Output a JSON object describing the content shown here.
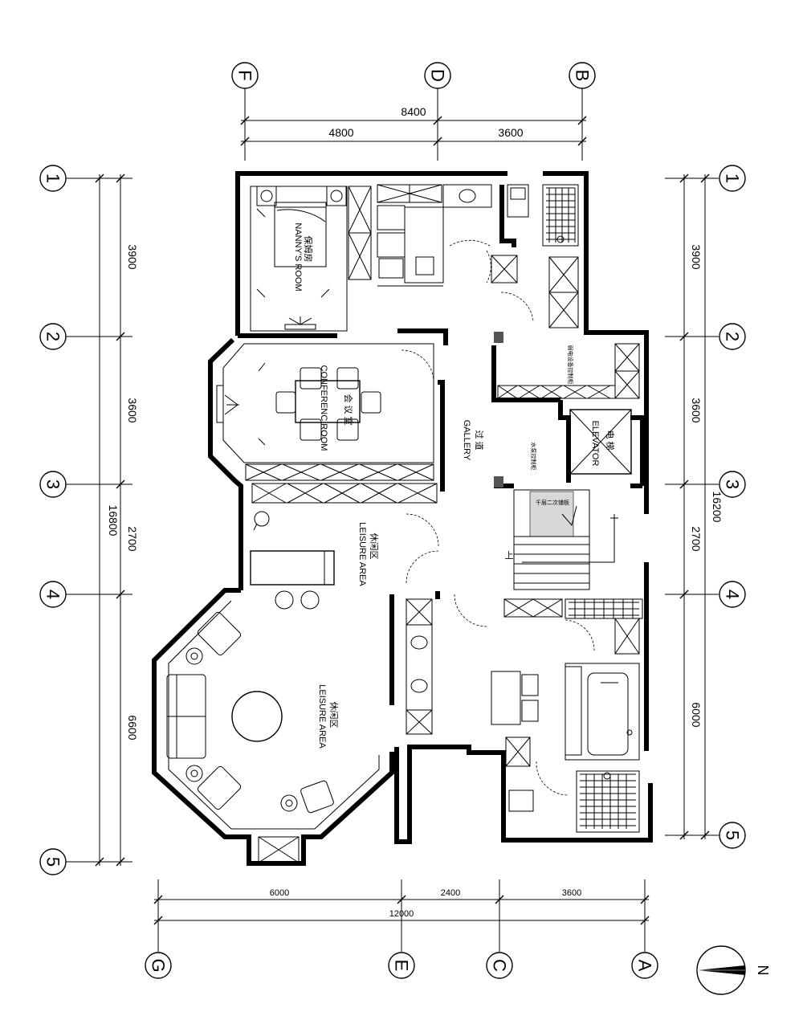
{
  "axes": {
    "top": [
      "F",
      "D",
      "B"
    ],
    "bottom": [
      "G",
      "E",
      "C",
      "A"
    ],
    "left": [
      "1",
      "2",
      "3",
      "4",
      "5"
    ],
    "right": [
      "1",
      "2",
      "3",
      "4",
      "5"
    ]
  },
  "dimensions": {
    "top_total": "8400",
    "top_segments": [
      "4800",
      "3600"
    ],
    "bottom_total": "12000",
    "bottom_segments": [
      "6000",
      "2400",
      "3600"
    ],
    "left_total": "16800",
    "left_segments": [
      "3900",
      "3600",
      "2700",
      "6600"
    ],
    "right_total": "16200",
    "right_segments": [
      "3900",
      "3600",
      "2700",
      "6000"
    ]
  },
  "rooms": {
    "nanny_cn": "保姆房",
    "nanny_en": "NANNY'S ROOM",
    "conference_cn": "会 议 室",
    "conference_en": "CONFERENC ROOM",
    "gallery_cn": "过 道",
    "gallery_en": "GALLERY",
    "elevator_cn": "电 梯",
    "elevator_en": "ELEVATOR",
    "leisure1_cn": "休闲区",
    "leisure1_en": "LEISURE AREA",
    "leisure2_cn": "休闲区",
    "leisure2_en": "LEISURE AREA"
  },
  "notes": {
    "equipment_cabinet": "弱电设备控制柜",
    "water_cabinet": "水泵控制柜",
    "stair_up": "上",
    "stair_note": "千层二次铺板"
  },
  "compass": {
    "label": "N"
  }
}
